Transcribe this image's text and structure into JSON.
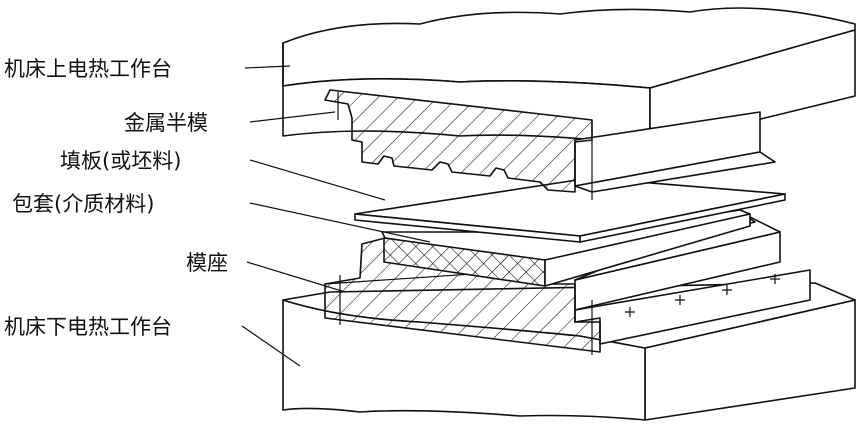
{
  "labels": {
    "upper_platen": "机床上电热工作台",
    "metal_half_die": "金属半模",
    "sheet_blank": "填板(或坯料)",
    "wrap_material": "包套(介质材料)",
    "die_base": "模座",
    "lower_platen": "机床下电热工作台"
  }
}
